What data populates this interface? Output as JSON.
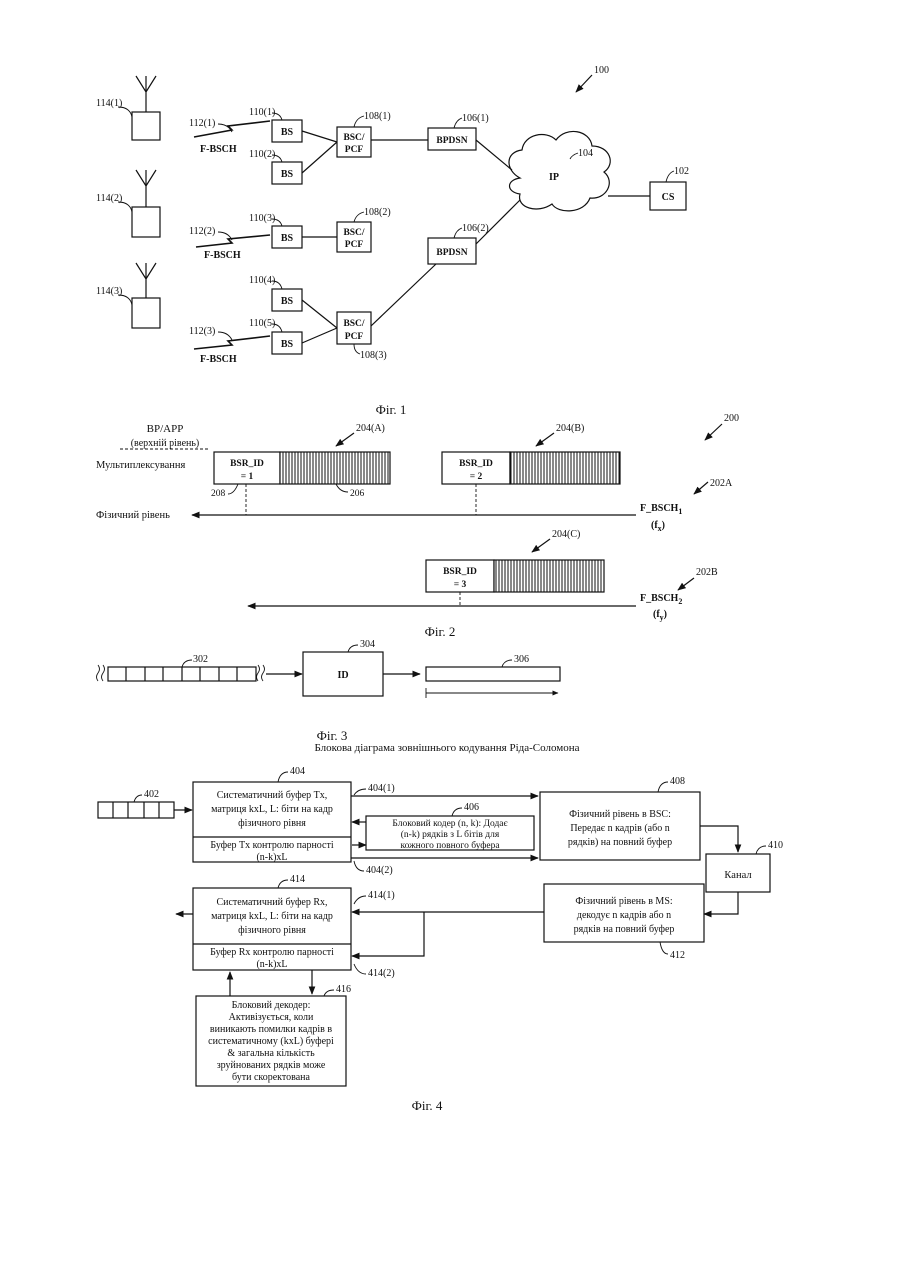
{
  "fig1": {
    "system_ref": "100",
    "mobiles": [
      "114(1)",
      "114(2)",
      "114(3)"
    ],
    "links": [
      {
        "ref": "112(1)",
        "channel": "F-BSCH"
      },
      {
        "ref": "112(2)",
        "channel": "F-BSCH"
      },
      {
        "ref": "112(3)",
        "channel": "F-BSCH"
      }
    ],
    "bs_label": "BS",
    "bs_refs": [
      "110(1)",
      "110(2)",
      "110(3)",
      "110(4)",
      "110(5)"
    ],
    "bsc_line1": "BSC/",
    "bsc_line2": "PCF",
    "bsc_refs": [
      "108(1)",
      "108(2)",
      "108(3)"
    ],
    "bpdsn_label": "BPDSN",
    "bpdsn_refs": [
      "106(1)",
      "106(2)"
    ],
    "ip_label": "IP",
    "ip_ref": "104",
    "cs_label": "CS",
    "cs_ref": "102",
    "caption": "Фіг. 1"
  },
  "fig2": {
    "system_ref": "200",
    "upper_layer_line1": "BP/APP",
    "upper_layer_line2": "(верхній рівень)",
    "mux_label": "Мультиплексування",
    "phys_label": "Фізичний рівень",
    "bsr_label": "BSR_ID",
    "packets": [
      {
        "ref": "204(A)",
        "id_value": "= 1"
      },
      {
        "ref": "204(B)",
        "id_value": "= 2"
      },
      {
        "ref": "204(C)",
        "id_value": "= 3"
      }
    ],
    "ref_208": "208",
    "ref_206": "206",
    "channel_a": {
      "ref": "202A",
      "name": "F_BSCH",
      "sub": "1",
      "freq": "(f",
      "freq_sub": "x",
      "freq_close": ")"
    },
    "channel_b": {
      "ref": "202B",
      "name": "F_BSCH",
      "sub": "2",
      "freq": "(f",
      "freq_sub": "y",
      "freq_close": ")"
    },
    "caption": "Фіг. 2"
  },
  "fig3": {
    "ref_302": "302",
    "ref_304": "304",
    "ref_306": "306",
    "id_label": "ID",
    "caption": "Фіг. 3",
    "subtitle": "Блокова діаграма зовнішнього кодування Ріда-Соломона"
  },
  "fig4": {
    "ref_402": "402",
    "ref_404": "404",
    "ref_404_1": "404(1)",
    "ref_404_2": "404(2)",
    "ref_406": "406",
    "ref_408": "408",
    "ref_410": "410",
    "ref_412": "412",
    "ref_414": "414",
    "ref_414_1": "414(1)",
    "ref_414_2": "414(2)",
    "ref_416": "416",
    "tx_sys": [
      "Систематичний буфер Tx,",
      "матриця kxL, L: біти на кадр",
      "фізичного рівня"
    ],
    "tx_parity": [
      "Буфер Tx контролю парності",
      "(n-k)xL"
    ],
    "encoder": [
      "Блоковий кодер (n, k): Додає",
      "(n-k) рядків з L бітів для",
      "кожного повного буфера"
    ],
    "bsc_phys": [
      "Фізичний рівень в BSC:",
      "Передає n кадрів (або n",
      "рядків) на повний буфер"
    ],
    "channel": "Канал",
    "ms_phys": [
      "Фізичний рівень в MS:",
      "декодує n кадрів або n",
      "рядків на повний буфер"
    ],
    "rx_sys": [
      "Систематичний буфер Rx,",
      "матриця kxL, L: біти на кадр",
      "фізичного рівня"
    ],
    "rx_parity": [
      "Буфер Rx контролю парності",
      "(n-k)xL"
    ],
    "decoder": [
      "Блоковий декодер:",
      "Активізується, коли",
      "виникають помилки кадрів в",
      "систематичному (kxL) буфері",
      "& загальна кількість",
      "зруйнованих рядків може",
      "бути скоректована"
    ],
    "caption": "Фіг. 4"
  }
}
